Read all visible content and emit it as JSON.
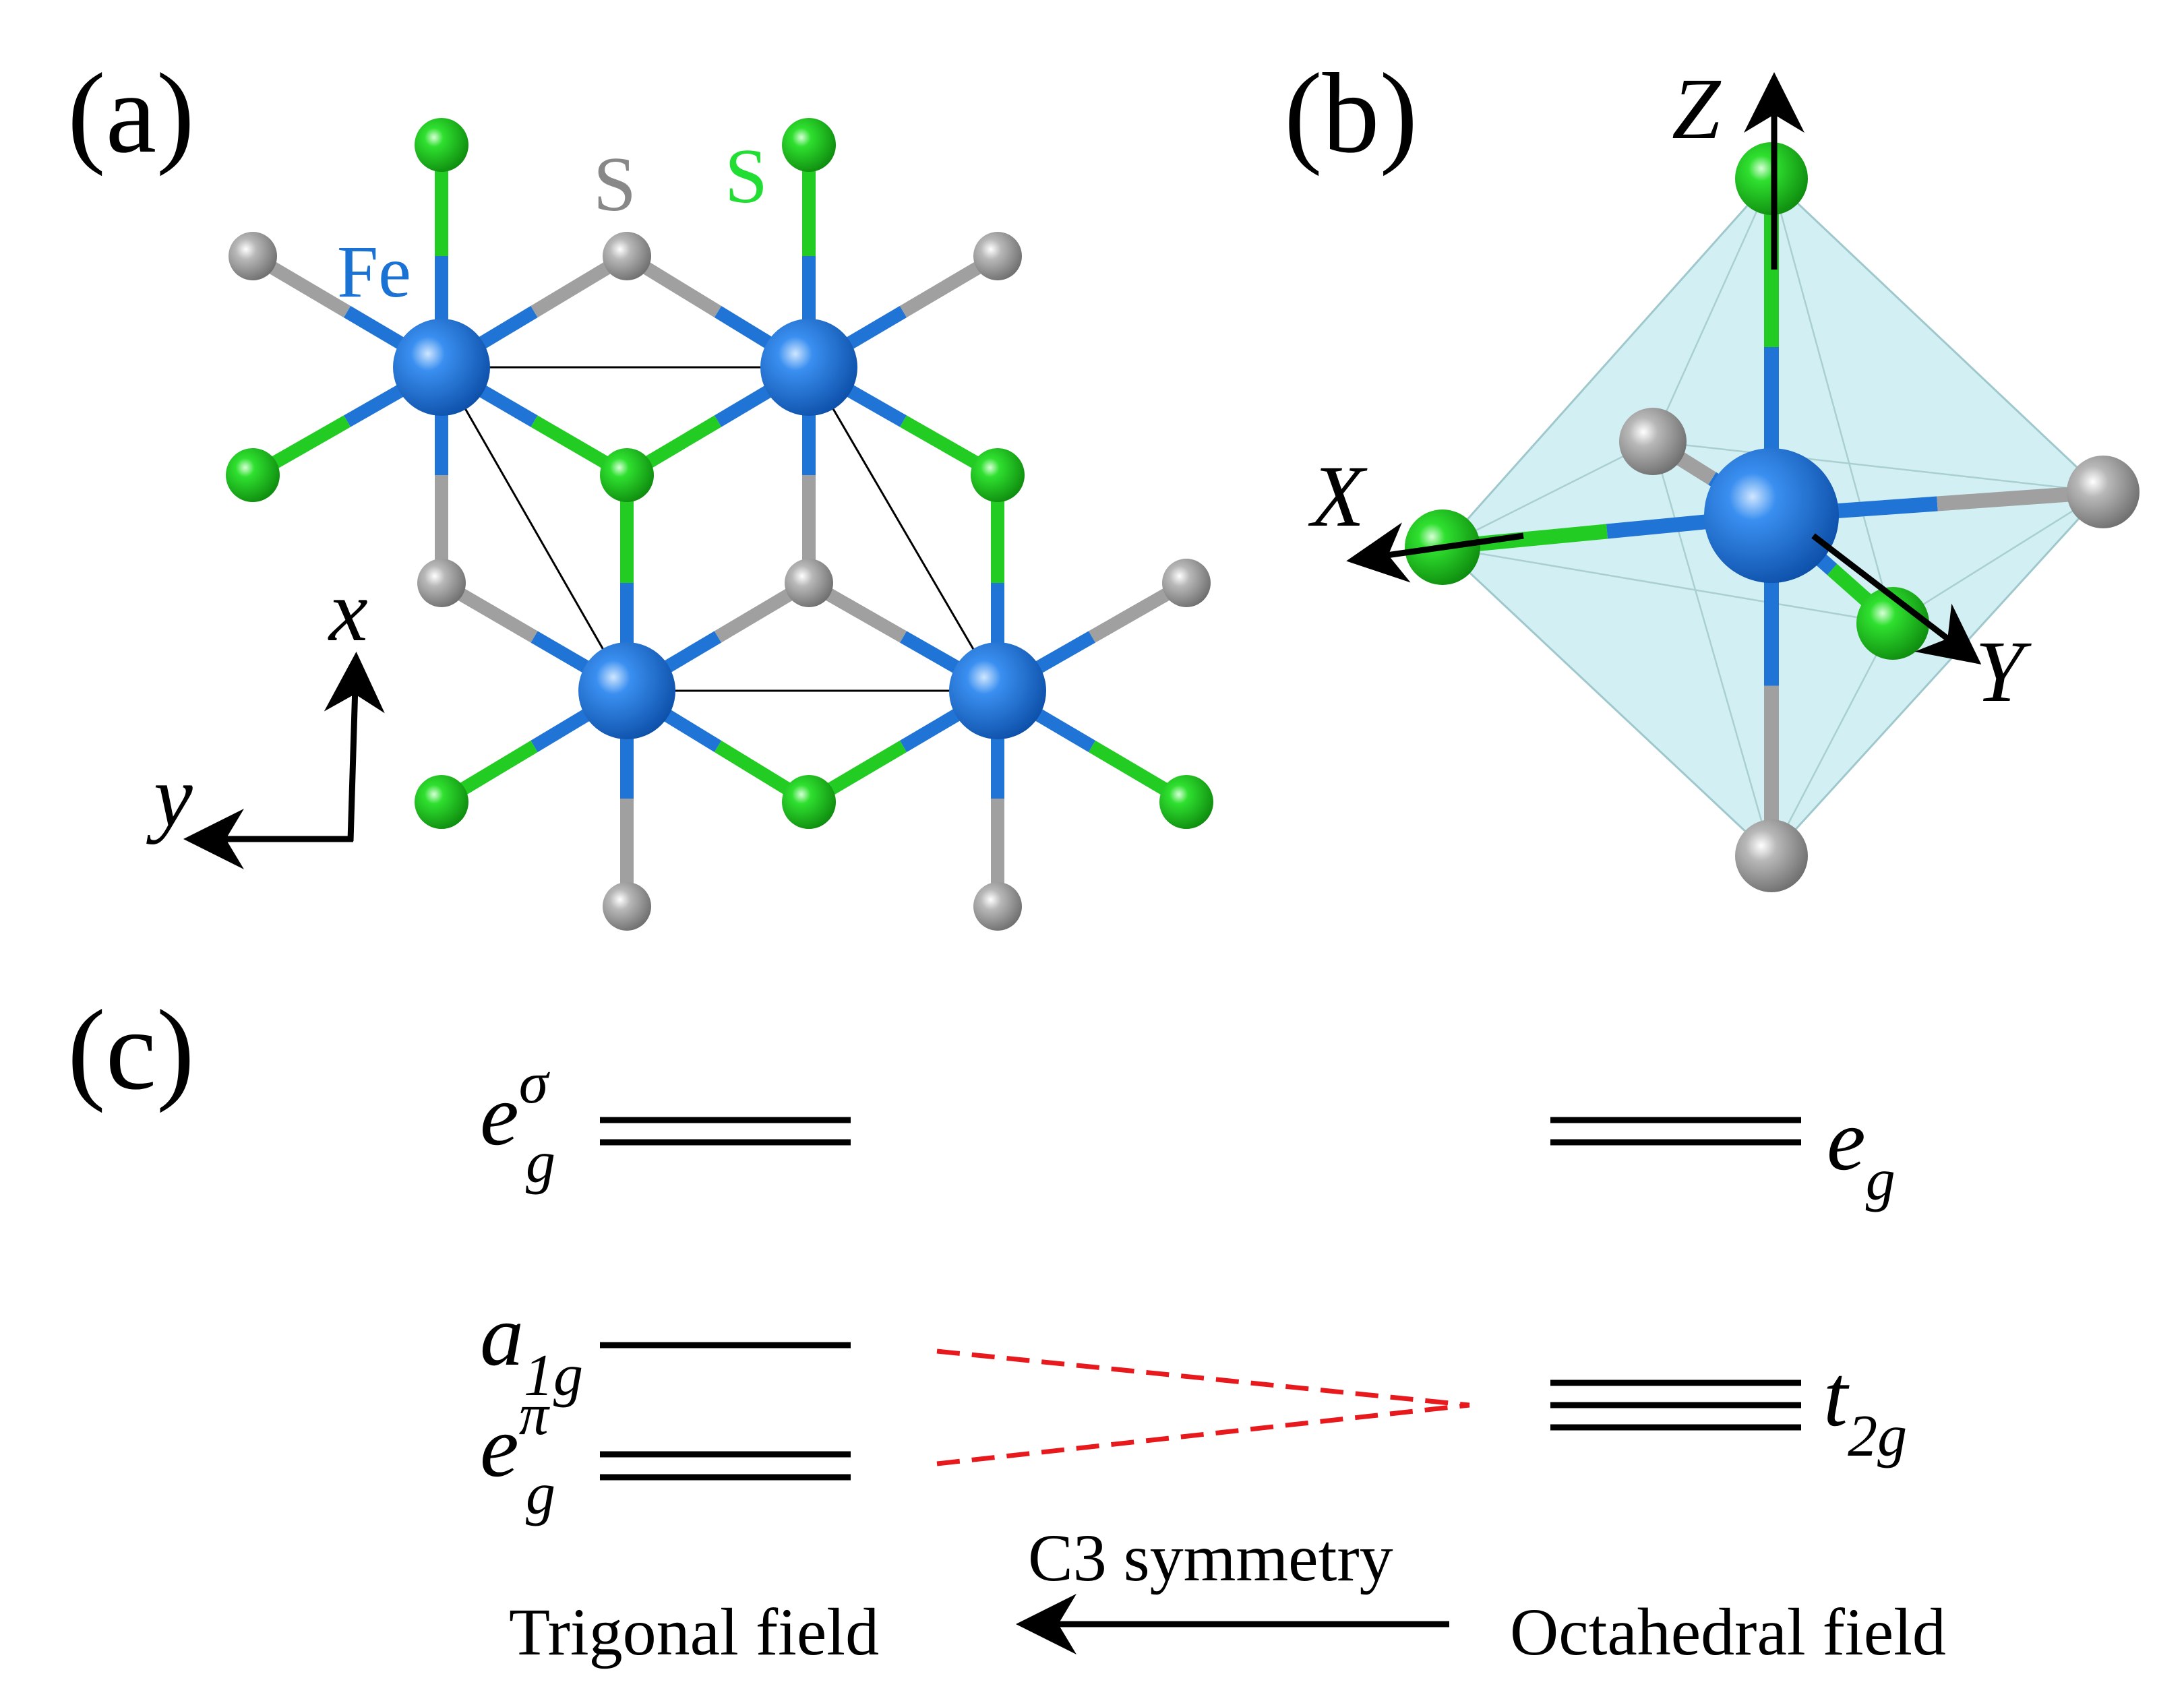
{
  "panels": {
    "a": {
      "label": "(a)",
      "atom_labels": {
        "fe": "Fe",
        "s_gray": "S",
        "s_green": "S"
      },
      "axes": {
        "x": "x",
        "y": "y"
      },
      "colors": {
        "fe": "#1f74d6",
        "s_gray": "#9a9a9a",
        "s_green": "#22cc22",
        "green_text": "#22dd33",
        "gray_text": "#888888",
        "fe_text": "#1a72d4"
      }
    },
    "b": {
      "label": "(b)",
      "axes": {
        "X": "X",
        "Y": "Y",
        "Z": "Z"
      },
      "colors": {
        "octahedron": "#bfe9ee"
      }
    },
    "c": {
      "label": "(c)",
      "trigonal_levels": {
        "eg_sigma": {
          "base": "e",
          "sub": "g",
          "sup": "σ"
        },
        "a1g": {
          "base": "a",
          "sub": "1g"
        },
        "eg_pi": {
          "base": "e",
          "sub": "g",
          "sup": "π"
        }
      },
      "octahedral_levels": {
        "eg": {
          "base": "e",
          "sub": "g"
        },
        "t2g": {
          "base": "t",
          "sub": "2g"
        }
      },
      "arrow_label": "C3 symmetry",
      "left_title": "Trigonal field",
      "right_title": "Octahedral field",
      "colors": {
        "dashed": "#e8191c"
      }
    }
  }
}
